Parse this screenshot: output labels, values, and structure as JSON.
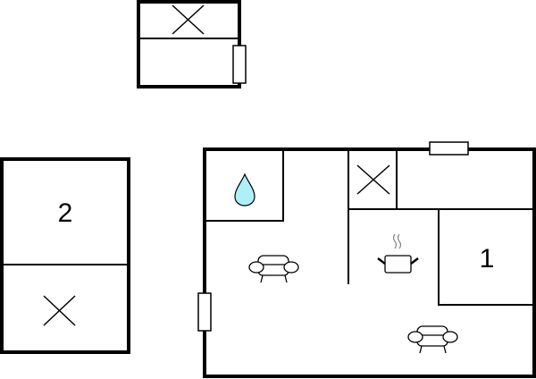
{
  "diagram": {
    "type": "floor-plan",
    "colors": {
      "wall": "#000000",
      "background": "#ffffff",
      "water_drop": "#aef0f7",
      "steam": "#888888"
    },
    "rooms": [
      {
        "id": "bedroom-2",
        "label": "2"
      },
      {
        "id": "bedroom-1",
        "label": "1"
      }
    ],
    "icons": [
      "window-icon",
      "bathroom-drop-icon",
      "sofa-icon",
      "cooking-pot-icon",
      "x-marker-icon"
    ]
  }
}
